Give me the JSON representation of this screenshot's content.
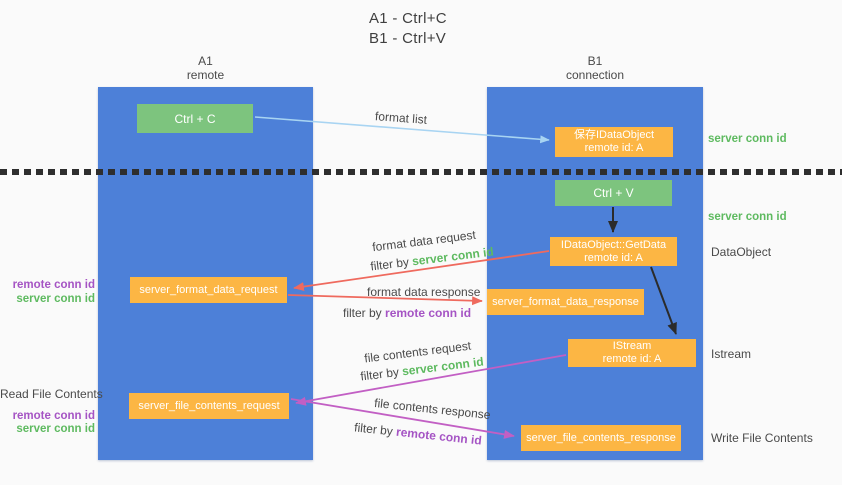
{
  "title": {
    "line1": "A1 - Ctrl+C",
    "line2": "B1 - Ctrl+V"
  },
  "lifelines": {
    "left": {
      "id": "A1",
      "name": "remote"
    },
    "right": {
      "id": "B1",
      "name": "connection"
    }
  },
  "nodes": {
    "ctrl_c": {
      "label": "Ctrl + C"
    },
    "ctrl_v": {
      "label": "Ctrl + V"
    },
    "save_idataobject": {
      "line1": "保存IDataObject",
      "line2": "remote id: A"
    },
    "idataobject_getdata": {
      "line1": "IDataObject::GetData",
      "line2": "remote id: A"
    },
    "istream": {
      "line1": "IStream",
      "line2": "remote id: A"
    },
    "server_format_data_request": {
      "label": "server_format_data_request"
    },
    "server_format_data_response": {
      "label": "server_format_data_response"
    },
    "server_file_contents_request": {
      "label": "server_file_contents_request"
    },
    "server_file_contents_response": {
      "label": "server_file_contents_response"
    }
  },
  "arrows": {
    "format_list": {
      "label": "format list"
    },
    "format_data_request": {
      "label": "format data request",
      "filter_prefix": "filter by",
      "filter_key": "server conn id"
    },
    "format_data_response": {
      "label": "format data response",
      "filter_prefix": "filter by",
      "filter_key": "remote conn id"
    },
    "file_contents_request": {
      "label": "file contents request",
      "filter_prefix": "filter by",
      "filter_key": "server conn id"
    },
    "file_contents_response": {
      "label": "file contents response",
      "filter_prefix": "filter by",
      "filter_key": "remote conn id"
    }
  },
  "annotations": {
    "right_server_conn_id_top": "server conn id",
    "right_server_conn_id_mid": "server conn id",
    "dataobject": "DataObject",
    "istream": "Istream",
    "write_file_contents": "Write File Contents",
    "read_file_contents": "Read File Contents",
    "left_remote_conn_id_top": "remote conn id",
    "left_server_conn_id_top": "server conn id",
    "left_remote_conn_id_bottom": "remote conn id",
    "left_server_conn_id_bottom": "server conn id"
  },
  "colors": {
    "column_blue": "#4d80d8",
    "node_green": "#7dc47e",
    "node_orange": "#fcb644",
    "arrow_blue": "#a8d4f2",
    "arrow_red": "#ef6a5e",
    "arrow_magenta": "#c25fc4",
    "arrow_black": "#2b2b2b",
    "text_green": "#5eba60",
    "text_purple": "#a554c4",
    "text_dark": "#3f3f3f",
    "bg": "#fafafa"
  }
}
